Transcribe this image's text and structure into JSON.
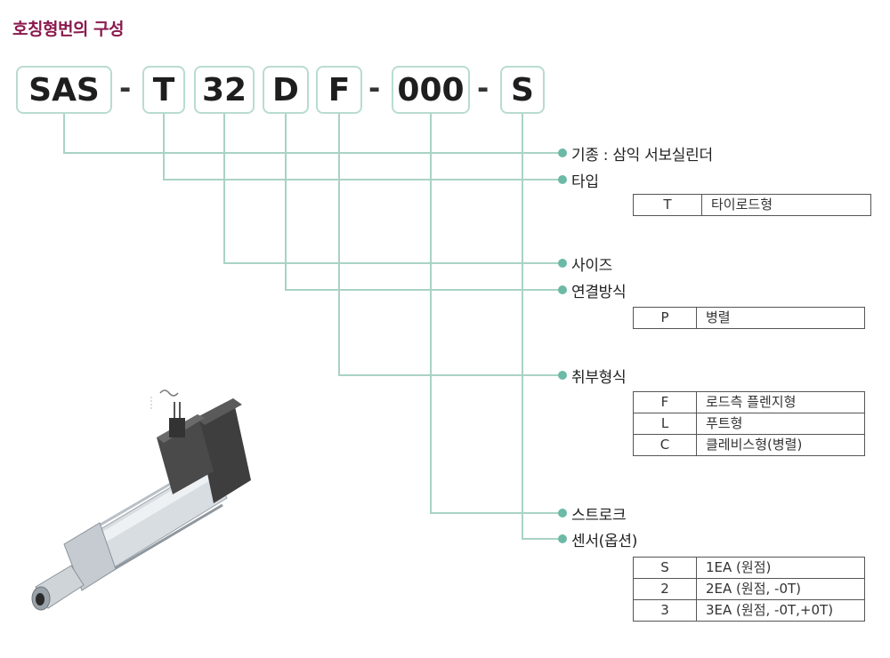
{
  "title": "호칭형번의 구성",
  "code_parts": [
    "SAS",
    "T",
    "32",
    "D",
    "F",
    "000",
    "S"
  ],
  "separator": "-",
  "sections": {
    "standard": "기종 : 삼익 서보실린더",
    "type": "타입",
    "size": "사이즈",
    "connection": "연결방식",
    "mounting": "취부형식",
    "stroke": "스트로크",
    "sensor": "센서(옵션)"
  },
  "tables": {
    "type": [
      {
        "code": "T",
        "desc": "타이로드형"
      }
    ],
    "connection": [
      {
        "code": "P",
        "desc": "병렬"
      }
    ],
    "mounting": [
      {
        "code": "F",
        "desc": "로드측 플렌지형"
      },
      {
        "code": "L",
        "desc": "푸트형"
      },
      {
        "code": "C",
        "desc": "클레비스형(병렬)"
      }
    ],
    "sensor": [
      {
        "code": "S",
        "desc": "1EA (원점)"
      },
      {
        "code": "2",
        "desc": "2EA (원점, -0T)"
      },
      {
        "code": "3",
        "desc": "3EA (원점, -0T,+0T)"
      }
    ]
  },
  "colors": {
    "title": "#8a1a4e",
    "box_border": "#b9dccf",
    "line": "#a9d3c3",
    "dot": "#6cb9a6"
  }
}
